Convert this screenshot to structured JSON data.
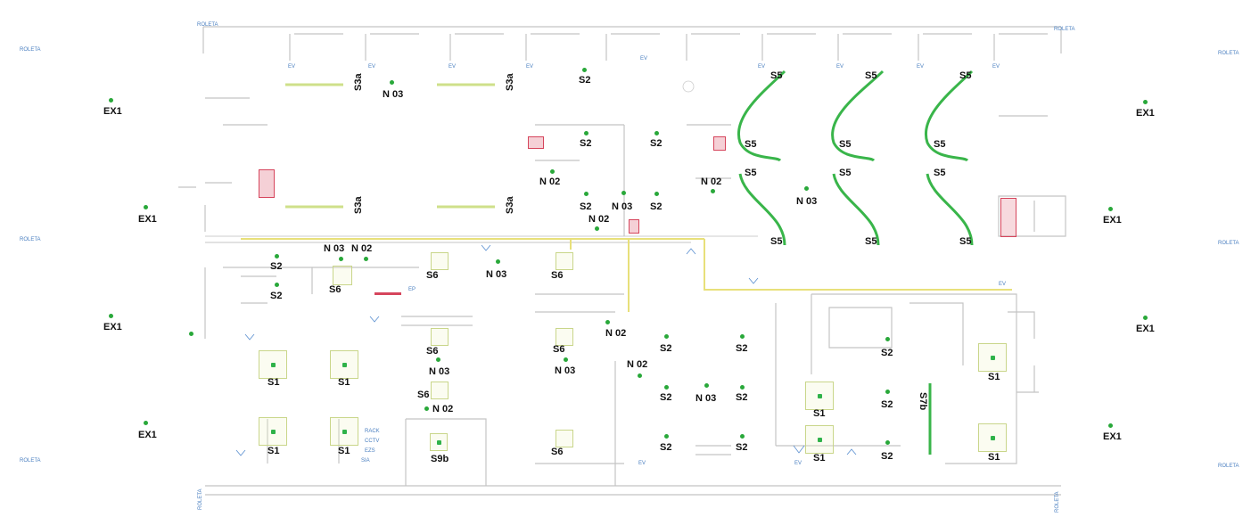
{
  "labels": {
    "roleta": "ROLETA",
    "ex1": "EX1",
    "s1": "S1",
    "s2": "S2",
    "s3a": "S3a",
    "s5": "S5",
    "s6": "S6",
    "s7b": "S7b",
    "s9b": "S9b",
    "n02": "N 02",
    "n03": "N 03",
    "ev": "EV",
    "ep": "EP",
    "rack": "RACK",
    "cctv": "CCTV",
    "ezs": "EZS",
    "sia": "SIA"
  },
  "colors": {
    "wall": "#bdbdbd",
    "wall_light": "#dcdcdc",
    "green": "#2fb24a",
    "green_curve": "#39b54a",
    "yellow_trunk": "#e8e07a",
    "red": "#d6455c",
    "blue_text": "#4a7fc0"
  }
}
